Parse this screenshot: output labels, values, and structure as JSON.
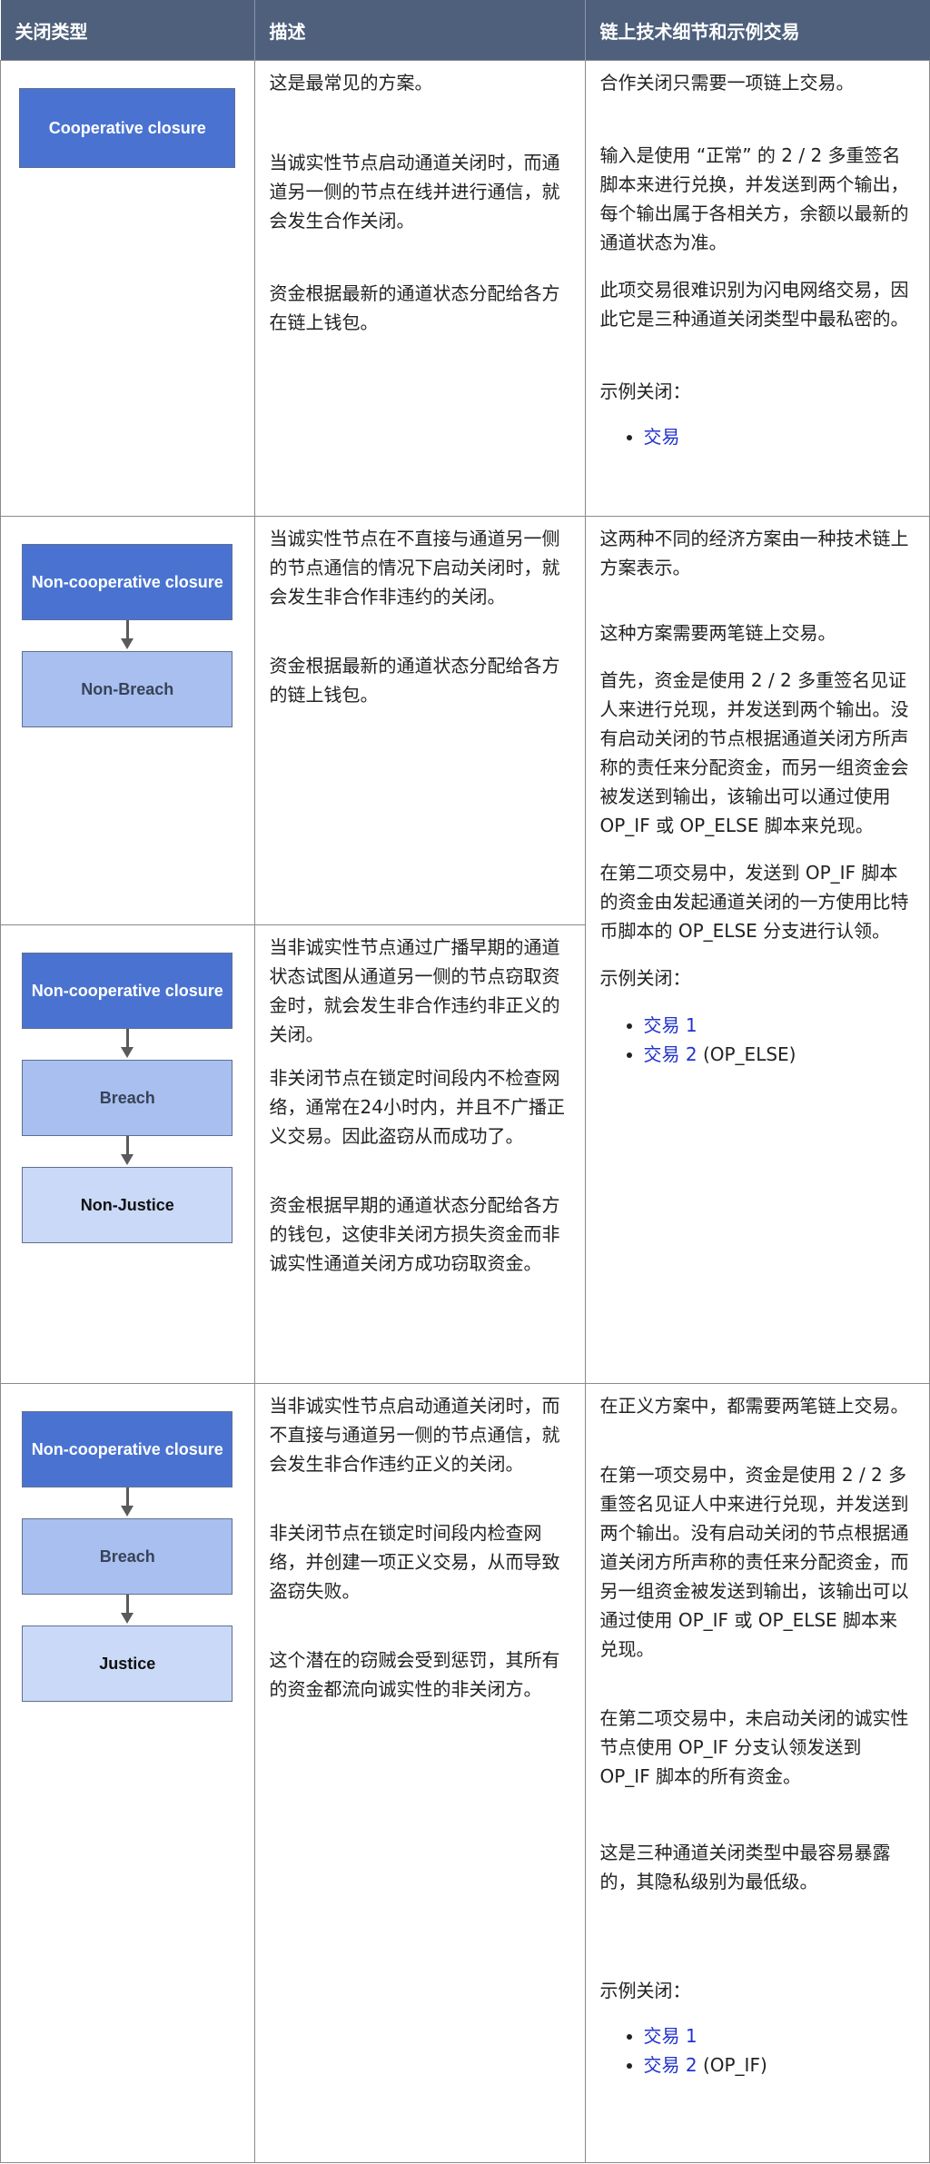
{
  "header": {
    "col1": "关闭类型",
    "col2": "描述",
    "col3": "链上技术细节和示例交易"
  },
  "row1": {
    "box": "Cooperative closure",
    "desc": [
      "这是最常见的方案。",
      "当诚实性节点启动通道关闭时，而通道另一侧的节点在线并进行通信，就会发生合作关闭。",
      "资金根据最新的通道状态分配给各方在链上钱包。"
    ],
    "tech": [
      "合作关闭只需要一项链上交易。",
      "输入是使用 “正常” 的 2 / 2 多重签名脚本来进行兑换，并发送到两个输出，每个输出属于各相关方，余额以最新的通道状态为准。",
      "此项交易很难识别为闪电网络交易，因此它是三种通道关闭类型中最私密的。",
      "示例关闭："
    ],
    "links": [
      {
        "text": "交易",
        "suffix": ""
      }
    ]
  },
  "row2": {
    "box1": "Non-cooperative closure",
    "box2": "Non-Breach",
    "desc": [
      "当诚实性节点在不直接与通道另一侧的节点通信的情况下启动关闭时，就会发生非合作非违约的关闭。",
      "资金根据最新的通道状态分配给各方的链上钱包。"
    ]
  },
  "row3": {
    "box1": "Non-cooperative closure",
    "box2": "Breach",
    "box3": "Non-Justice",
    "desc": [
      "当非诚实性节点通过广播早期的通道状态试图从通道另一侧的节点窃取资金时，就会发生非合作违约非正义的关闭。",
      "非关闭节点在锁定时间段内不检查网络，通常在24小时内，并且不广播正义交易。因此盗窃从而成功了。",
      "资金根据早期的通道状态分配给各方的钱包，这使非关闭方损失资金而非诚实性通道关闭方成功窃取资金。"
    ]
  },
  "tech23": {
    "paras": [
      "这两种不同的经济方案由一种技术链上方案表示。",
      "这种方案需要两笔链上交易。",
      "首先，资金是使用 2 / 2 多重签名见证人来进行兑现，并发送到两个输出。没有启动关闭的节点根据通道关闭方所声称的责任来分配资金，而另一组资金会被发送到输出，该输出可以通过使用 OP_IF 或 OP_ELSE 脚本来兑现。",
      "在第二项交易中，发送到 OP_IF 脚本的资金由发起通道关闭的一方使用比特币脚本的 OP_ELSE 分支进行认领。",
      "示例关闭："
    ],
    "links": [
      {
        "text": "交易 1",
        "suffix": ""
      },
      {
        "text": "交易 2",
        "suffix": " (OP_ELSE)"
      }
    ]
  },
  "row4": {
    "box1": "Non-cooperative closure",
    "box2": "Breach",
    "box3": "Justice",
    "desc": [
      "当非诚实性节点启动通道关闭时，而不直接与通道另一侧的节点通信，就会发生非合作违约正义的关闭。",
      "非关闭节点在锁定时间段内检查网络，并创建一项正义交易，从而导致盗窃失败。",
      "这个潜在的窃贼会受到惩罚，其所有的资金都流向诚实性的非关闭方。"
    ],
    "tech": [
      "在正义方案中，都需要两笔链上交易。",
      "在第一项交易中，资金是使用 2 / 2 多重签名见证人中来进行兑现，并发送到两个输出。没有启动关闭的节点根据通道关闭方所声称的责任来分配资金，而另一组资金被发送到输出，该输出可以通过使用 OP_IF 或 OP_ELSE 脚本来兑现。",
      "在第二项交易中，未启动关闭的诚实性节点使用 OP_IF 分支认领发送到 OP_IF 脚本的所有资金。",
      "这是三种通道关闭类型中最容易暴露的，其隐私级别为最低级。",
      "示例关闭："
    ],
    "links": [
      {
        "text": "交易 1",
        "suffix": ""
      },
      {
        "text": "交易 2",
        "suffix": " (OP_IF)"
      }
    ]
  }
}
